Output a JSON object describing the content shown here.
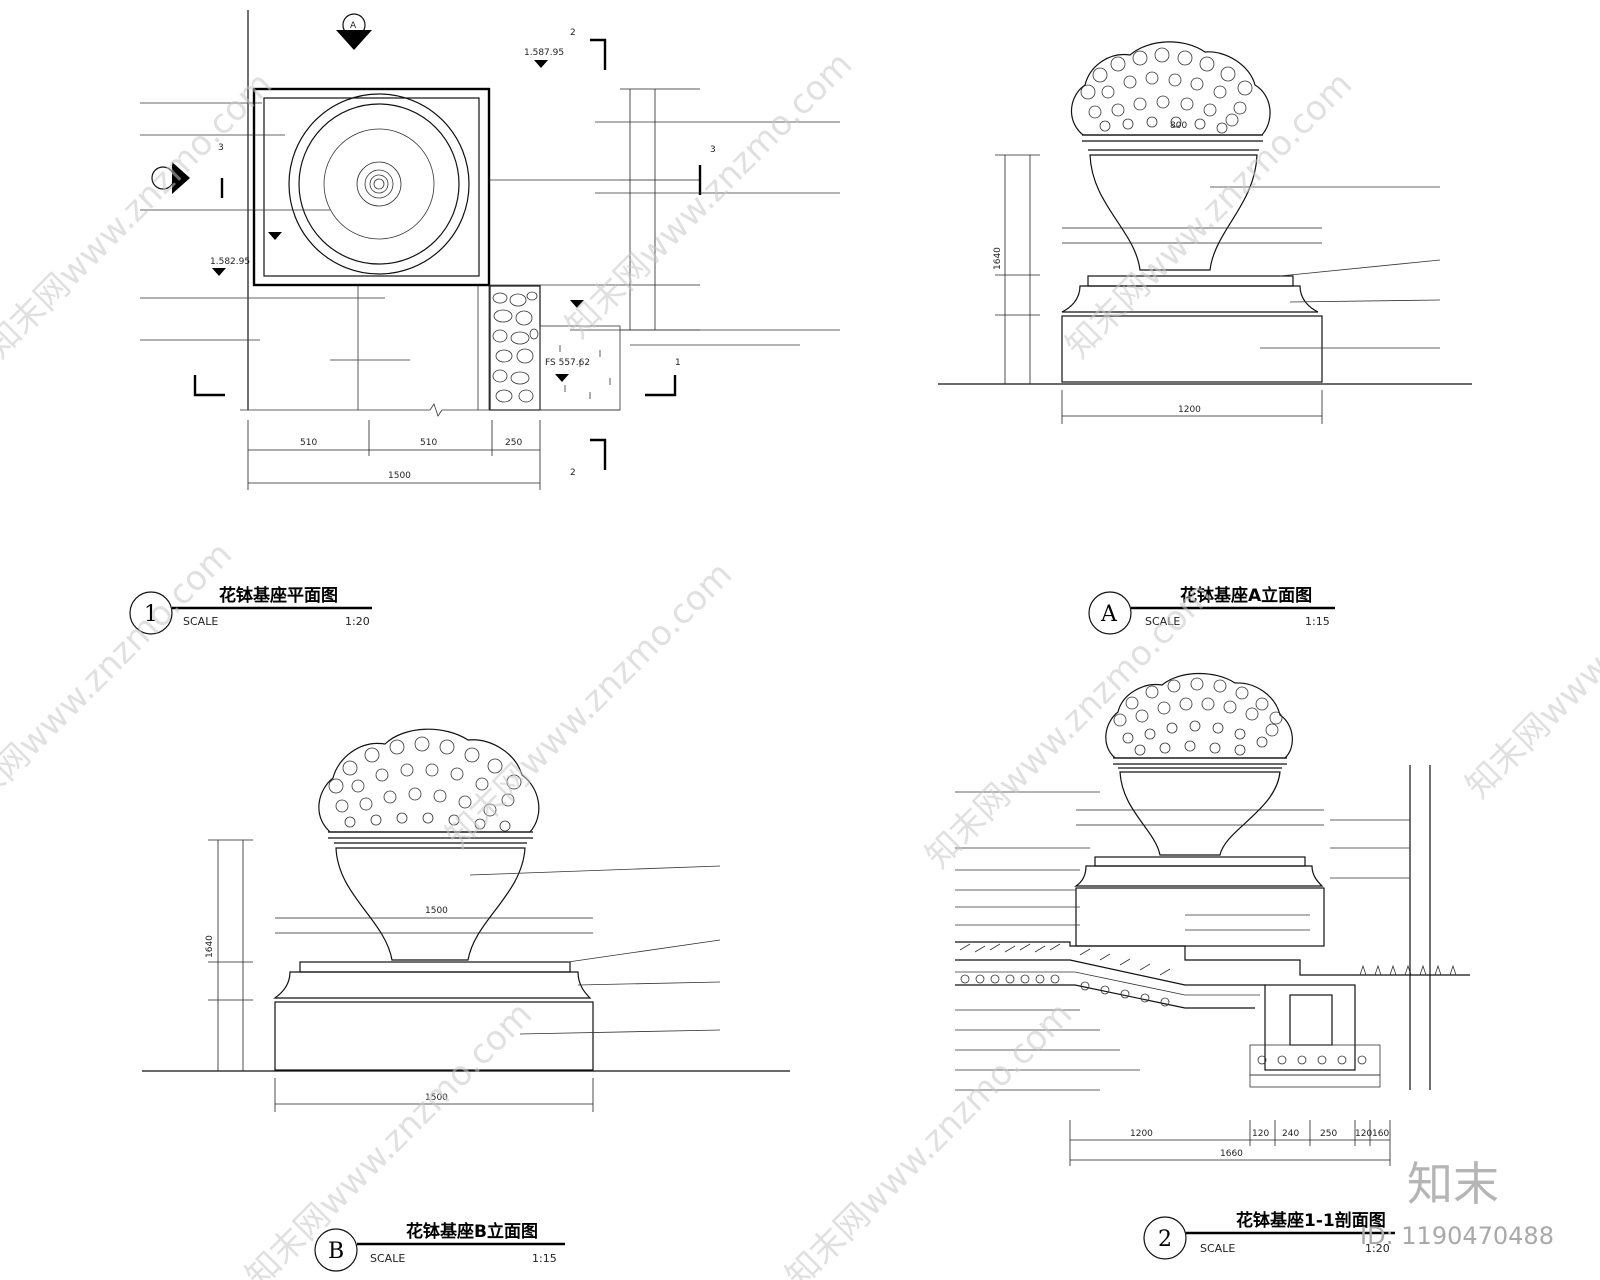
{
  "views": {
    "plan": {
      "number": "1",
      "title": "花钵基座平面图",
      "scale_label": "SCALE",
      "scale_value": "1:20",
      "dims_bottom": [
        "510",
        "510",
        "250"
      ],
      "dim_total": "1500",
      "marker_letter": "A",
      "section_marks": [
        "2",
        "3",
        "1"
      ],
      "elev_labels": [
        "1.587.95",
        "1.582.95",
        "FS 557.62"
      ]
    },
    "elev_a": {
      "number": "A",
      "title": "花钵基座A立面图",
      "scale_label": "SCALE",
      "scale_value": "1:15",
      "dim_height": "1640",
      "dim_width": "1200",
      "dim_top": "800"
    },
    "elev_b": {
      "number": "B",
      "title": "花钵基座B立面图",
      "scale_label": "SCALE",
      "scale_value": "1:15",
      "dim_height": "1640",
      "dim_width": "1500",
      "dim_top": "1500"
    },
    "section": {
      "number": "2",
      "title": "花钵基座1-1剖面图",
      "scale_label": "SCALE",
      "scale_value": "1:20",
      "dim_bottom": [
        "1200",
        "120",
        "240",
        "250",
        "120",
        "160"
      ],
      "dim_total": "1660"
    }
  },
  "watermark": {
    "site": "知末网www.znzmo.com",
    "brand": "知末",
    "id_label": "ID: 1190470488"
  }
}
